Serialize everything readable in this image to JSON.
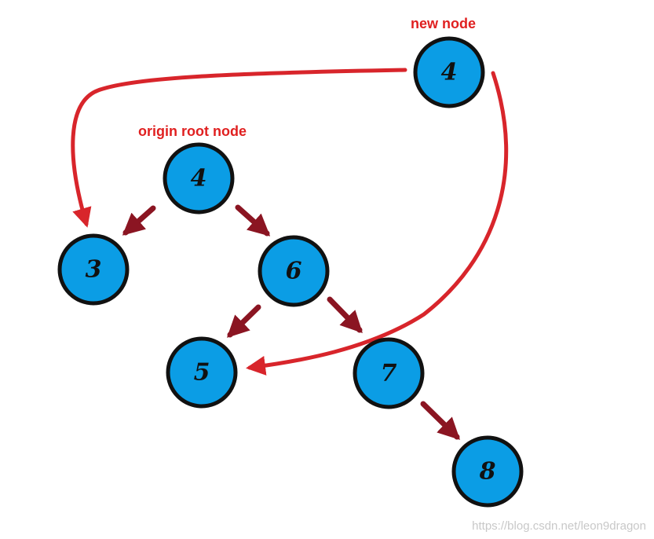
{
  "diagram": {
    "annotations": {
      "new_node": "new node",
      "origin_root": "origin root node"
    },
    "nodes": [
      {
        "id": "new-root",
        "label": "4"
      },
      {
        "id": "root",
        "label": "4"
      },
      {
        "id": "n3",
        "label": "3"
      },
      {
        "id": "n6",
        "label": "6"
      },
      {
        "id": "n5",
        "label": "5"
      },
      {
        "id": "n7",
        "label": "7"
      },
      {
        "id": "n8",
        "label": "8"
      }
    ],
    "edges": [
      {
        "from": "root",
        "to": "n3",
        "kind": "original"
      },
      {
        "from": "root",
        "to": "n6",
        "kind": "original"
      },
      {
        "from": "n6",
        "to": "n5",
        "kind": "original"
      },
      {
        "from": "n6",
        "to": "n7",
        "kind": "original"
      },
      {
        "from": "n7",
        "to": "n8",
        "kind": "original"
      },
      {
        "from": "new-root",
        "to": "n3",
        "kind": "new"
      },
      {
        "from": "new-root",
        "to": "n5",
        "kind": "new"
      }
    ],
    "colors": {
      "node_fill": "#0b9de5",
      "node_stroke": "#111111",
      "original_edge": "#8b1522",
      "new_edge": "#d8252b",
      "annotation": "#e02020"
    }
  },
  "watermark": "https://blog.csdn.net/leon9dragon"
}
